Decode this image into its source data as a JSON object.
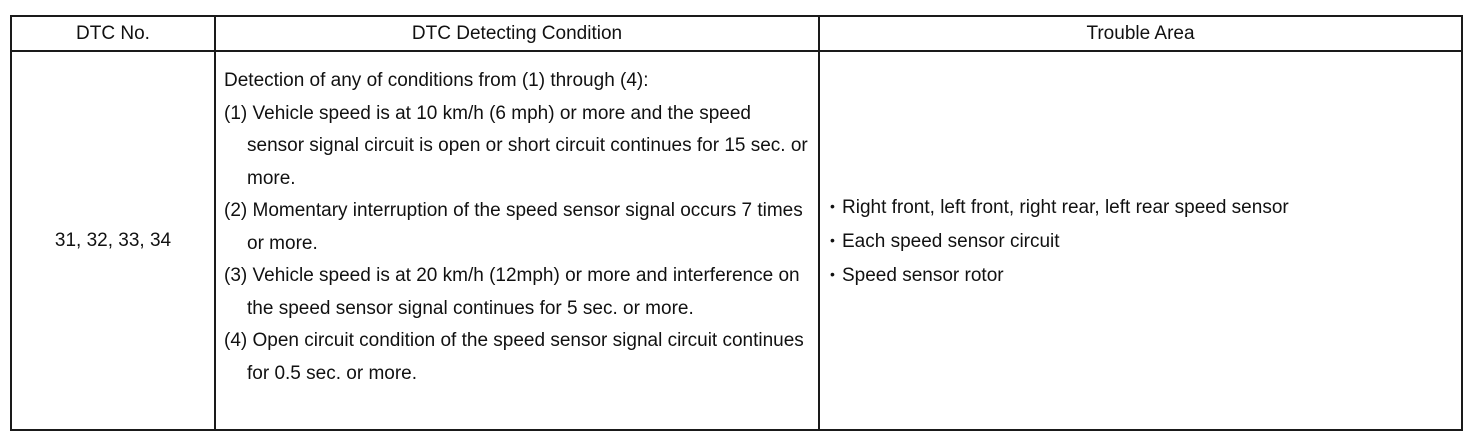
{
  "table": {
    "headers": {
      "dtc_no": "DTC No.",
      "condition": "DTC Detecting Condition",
      "trouble_area": "Trouble Area"
    },
    "row": {
      "dtc_no": "31, 32, 33, 34",
      "condition_intro": "Detection of any of conditions from (1) through (4):",
      "conditions": [
        "(1) Vehicle speed is at 10 km/h (6 mph) or more and the speed sensor signal circuit is open or short circuit continues for 15 sec. or more.",
        "(2) Momentary interruption of the speed sensor signal occurs 7 times or more.",
        "(3) Vehicle speed is at 20 km/h (12mph) or more and interference on the speed sensor signal continues for 5 sec. or more.",
        "(4) Open circuit condition of the speed sensor signal circuit continues for 0.5 sec. or more."
      ],
      "trouble_areas": [
        "Right front, left front, right rear, left rear speed sensor",
        "Each speed sensor circuit",
        "Speed sensor rotor"
      ]
    }
  }
}
